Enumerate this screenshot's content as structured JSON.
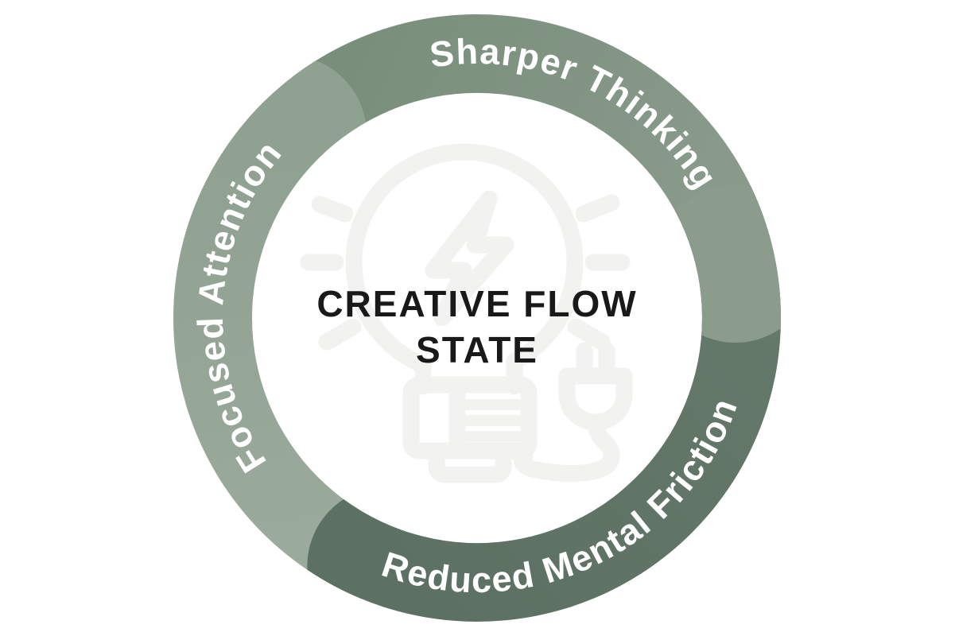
{
  "background_color": "#FFFFFF",
  "center": {
    "title_line1": "CREATIVE FLOW",
    "title_line2": "STATE",
    "text_color": "#191919"
  },
  "ring": {
    "label_text_color": "#FFFFFF",
    "segments": [
      {
        "label": "Sharper Thinking",
        "position": "top",
        "color_from": "#798E7B",
        "color_to": "#8B9C8D"
      },
      {
        "label": "Focused Attention",
        "position": "left",
        "color_from": "#8FA191",
        "color_to": "#9AAA9C"
      },
      {
        "label": "Reduced Mental Friction",
        "position": "bottom",
        "color_from": "#65796B",
        "color_to": "#5C7163"
      }
    ]
  },
  "watermark": {
    "icon": "lightbulb-lightning-plug-icon",
    "color": "#F2F2F0"
  }
}
